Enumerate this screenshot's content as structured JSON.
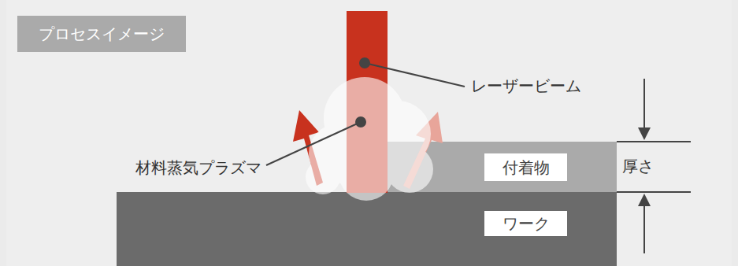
{
  "diagram": {
    "nodes": [
      {
        "text": [
          "プロセスイメージ"
        ]
      },
      {
        "text": [
          "付着物"
        ]
      },
      {
        "text": [
          "ワーク"
        ]
      }
    ],
    "labels": [
      "レーザービーム",
      "材料蒸気プラズマ",
      "厚さ"
    ]
  }
}
